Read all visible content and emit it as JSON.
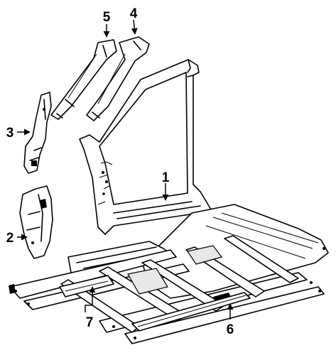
{
  "diagram": {
    "callouts": [
      {
        "key": "c1",
        "label": "1"
      },
      {
        "key": "c2",
        "label": "2"
      },
      {
        "key": "c3",
        "label": "3"
      },
      {
        "key": "c4",
        "label": "4"
      },
      {
        "key": "c5",
        "label": "5"
      },
      {
        "key": "c6",
        "label": "6"
      },
      {
        "key": "c7",
        "label": "7"
      }
    ]
  }
}
